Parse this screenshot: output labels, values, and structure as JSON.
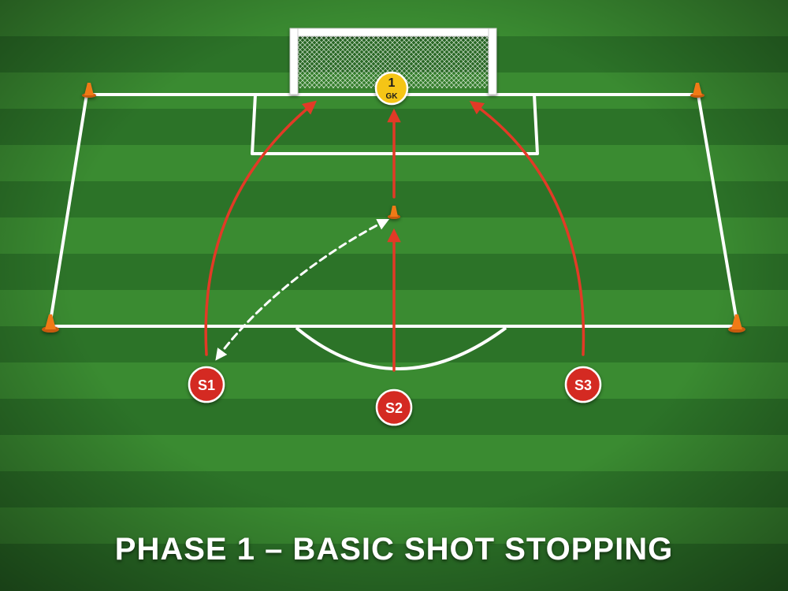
{
  "title": "PHASE 1 – BASIC SHOT STOPPING",
  "goalkeeper": {
    "number": "1",
    "label": "GK"
  },
  "players": [
    {
      "id": "s1",
      "label": "S1"
    },
    {
      "id": "s2",
      "label": "S2"
    },
    {
      "id": "s3",
      "label": "S3"
    }
  ],
  "colors": {
    "grass_dark": "#2c7328",
    "grass_light": "#3d8f33",
    "player": "#d42a22",
    "goalkeeper": "#f5c518",
    "arrow": "#e23a26",
    "cone": "#f07a18"
  }
}
